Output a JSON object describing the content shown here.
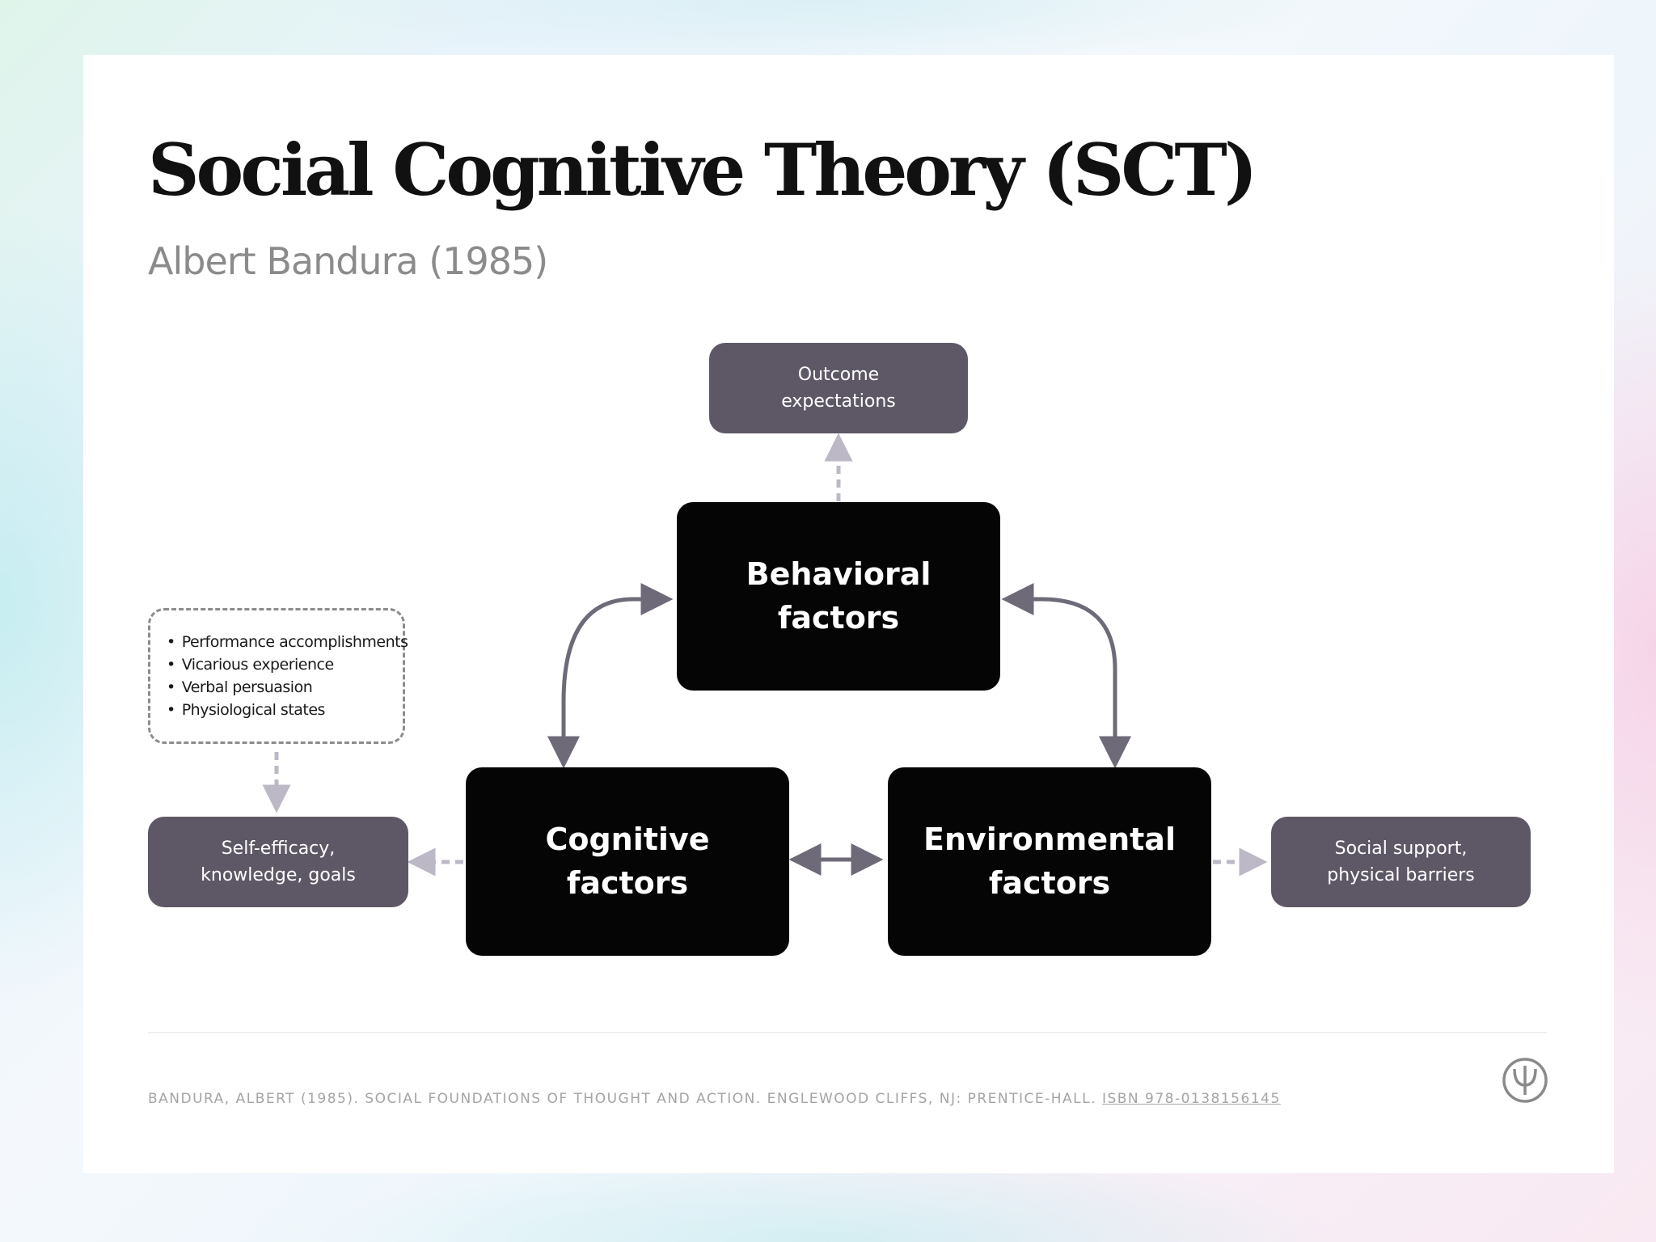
{
  "colors": {
    "core_box": "#050505",
    "outcome_box": "#5e5866",
    "arrow": "#6f6a78",
    "dashed_arrow": "#bdb8c6",
    "title": "#111111",
    "subtitle": "#8b8b8b",
    "citation": "#a4a4a4"
  },
  "header": {
    "title": "Social Cognitive Theory (SCT)",
    "subtitle": "Albert Bandura (1985)"
  },
  "diagram": {
    "nodes": {
      "behavioral": "Behavioral\nfactors",
      "cognitive": "Cognitive\nfactors",
      "environmental": "Environmental\nfactors",
      "outcome_expectations": "Outcome\nexpectations",
      "self_efficacy": "Self-efficacy,\nknowledge, goals",
      "social_support": "Social support,\nphysical barriers"
    },
    "sources_of_self_efficacy": [
      "Performance accomplishments",
      "Vicarious experience",
      "Verbal persuasion",
      "Physiological states"
    ],
    "edges": [
      {
        "from": "cognitive",
        "to": "behavioral",
        "style": "solid",
        "direction": "both"
      },
      {
        "from": "behavioral",
        "to": "environmental",
        "style": "solid",
        "direction": "both"
      },
      {
        "from": "cognitive",
        "to": "environmental",
        "style": "solid",
        "direction": "both"
      },
      {
        "from": "behavioral",
        "to": "outcome_expectations",
        "style": "dashed",
        "direction": "forward"
      },
      {
        "from": "cognitive",
        "to": "self_efficacy",
        "style": "dashed",
        "direction": "forward"
      },
      {
        "from": "environmental",
        "to": "social_support",
        "style": "dashed",
        "direction": "forward"
      },
      {
        "from": "sources_of_self_efficacy",
        "to": "self_efficacy",
        "style": "dashed",
        "direction": "forward"
      }
    ]
  },
  "footer": {
    "citation": "BANDURA, ALBERT (1985). SOCIAL FOUNDATIONS OF THOUGHT AND ACTION. ENGLEWOOD CLIFFS, NJ: PRENTICE-HALL. ",
    "isbn": "ISBN 978-0138156145",
    "logo_icon": "psi-logo-icon"
  }
}
